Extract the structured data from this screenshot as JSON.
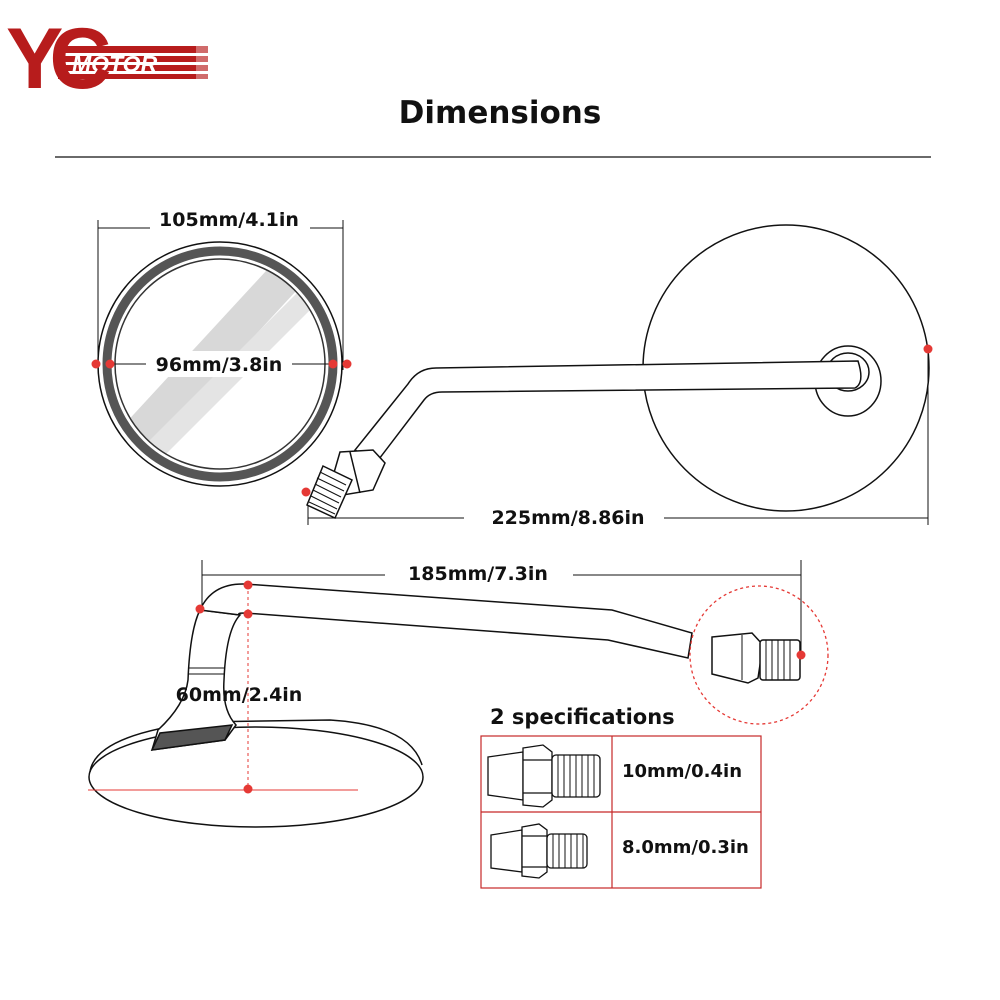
{
  "brand": {
    "letters": "YC",
    "name": "MOTOR",
    "color": "#b71c1c"
  },
  "title": "Dimensions",
  "dimensions": {
    "outer_diameter": "105mm/4.1in",
    "glass_diameter": "96mm/3.8in",
    "total_length": "225mm/8.86in",
    "arm_length": "185mm/7.3in",
    "height": "60mm/2.4in"
  },
  "specifications": {
    "heading": "2 specifications",
    "rows": [
      {
        "size": "10mm/0.4in",
        "icon": "bolt-10mm-icon"
      },
      {
        "size": "8.0mm/0.3in",
        "icon": "bolt-8mm-icon"
      }
    ]
  },
  "colors": {
    "accent": "#e53935",
    "table_border": "#c62828",
    "line": "#111111"
  }
}
